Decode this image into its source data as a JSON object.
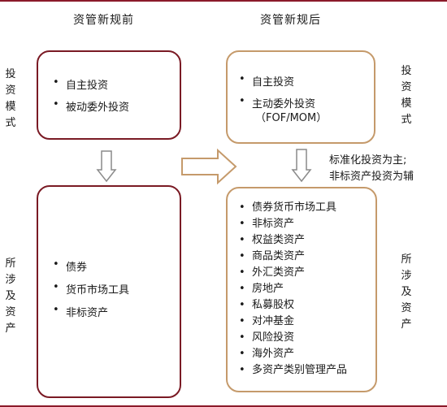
{
  "headers": {
    "before": "资管新规前",
    "after": "资管新规后"
  },
  "side_labels": {
    "mode": "投资模式",
    "assets": "所涉及资产"
  },
  "before_mode": {
    "items": [
      "自主投资",
      "被动委外投资"
    ]
  },
  "after_mode": {
    "items": [
      "自主投资",
      "主动委外投资"
    ],
    "sub": "（FOF/MOM）"
  },
  "note": {
    "line1": "标准化投资为主;",
    "line2": "非标资产投资为辅"
  },
  "before_assets": {
    "items": [
      "债券",
      "货币市场工具",
      "非标资产"
    ]
  },
  "after_assets": {
    "items": [
      "债券货币市场工具",
      "非标资产",
      "权益类资产",
      "商品类资产",
      "外汇类资产",
      "房地产",
      "私募股权",
      "对冲基金",
      "风险投资",
      "海外资产",
      "多资产类别管理产品"
    ]
  },
  "colors": {
    "border_left": "#7a1a24",
    "border_right": "#c59a6b",
    "rule": "#8b1a2a",
    "arrow": "#8a8a8a"
  }
}
